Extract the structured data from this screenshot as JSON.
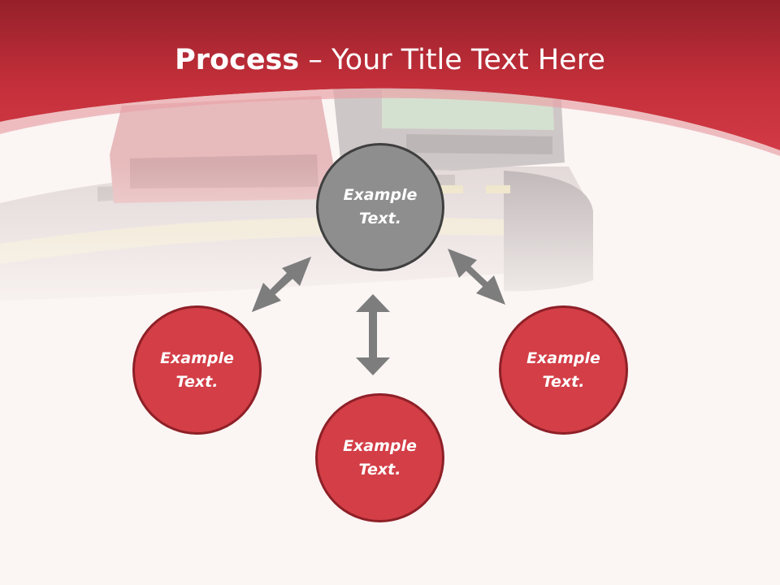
{
  "title": {
    "bold": "Process",
    "rest": " – Your Title Text Here"
  },
  "nodes": {
    "top": "Example Text.",
    "left": "Example Text.",
    "bottom": "Example Text.",
    "right": "Example Text."
  },
  "colors": {
    "header_red": "#c8313c",
    "node_red": "#d33e47",
    "node_gray": "#8e8e8e",
    "arrow_gray": "#7d7d7d"
  }
}
